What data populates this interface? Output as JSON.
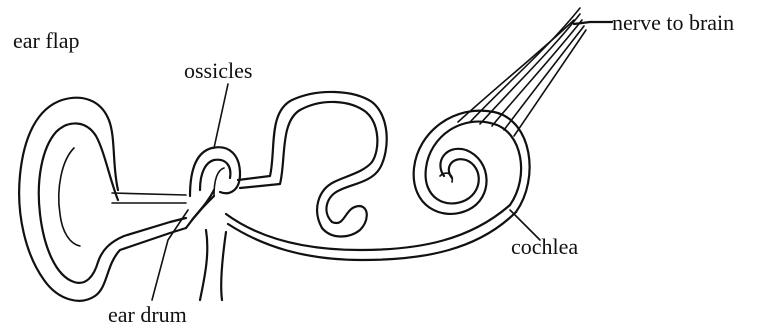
{
  "labels": {
    "ear_flap": "ear flap",
    "ossicles": "ossicles",
    "nerve_to_brain": "nerve to brain",
    "cochlea": "cochlea",
    "ear_drum": "ear drum"
  },
  "colors": {
    "line": "#111111",
    "background": "#ffffff"
  }
}
